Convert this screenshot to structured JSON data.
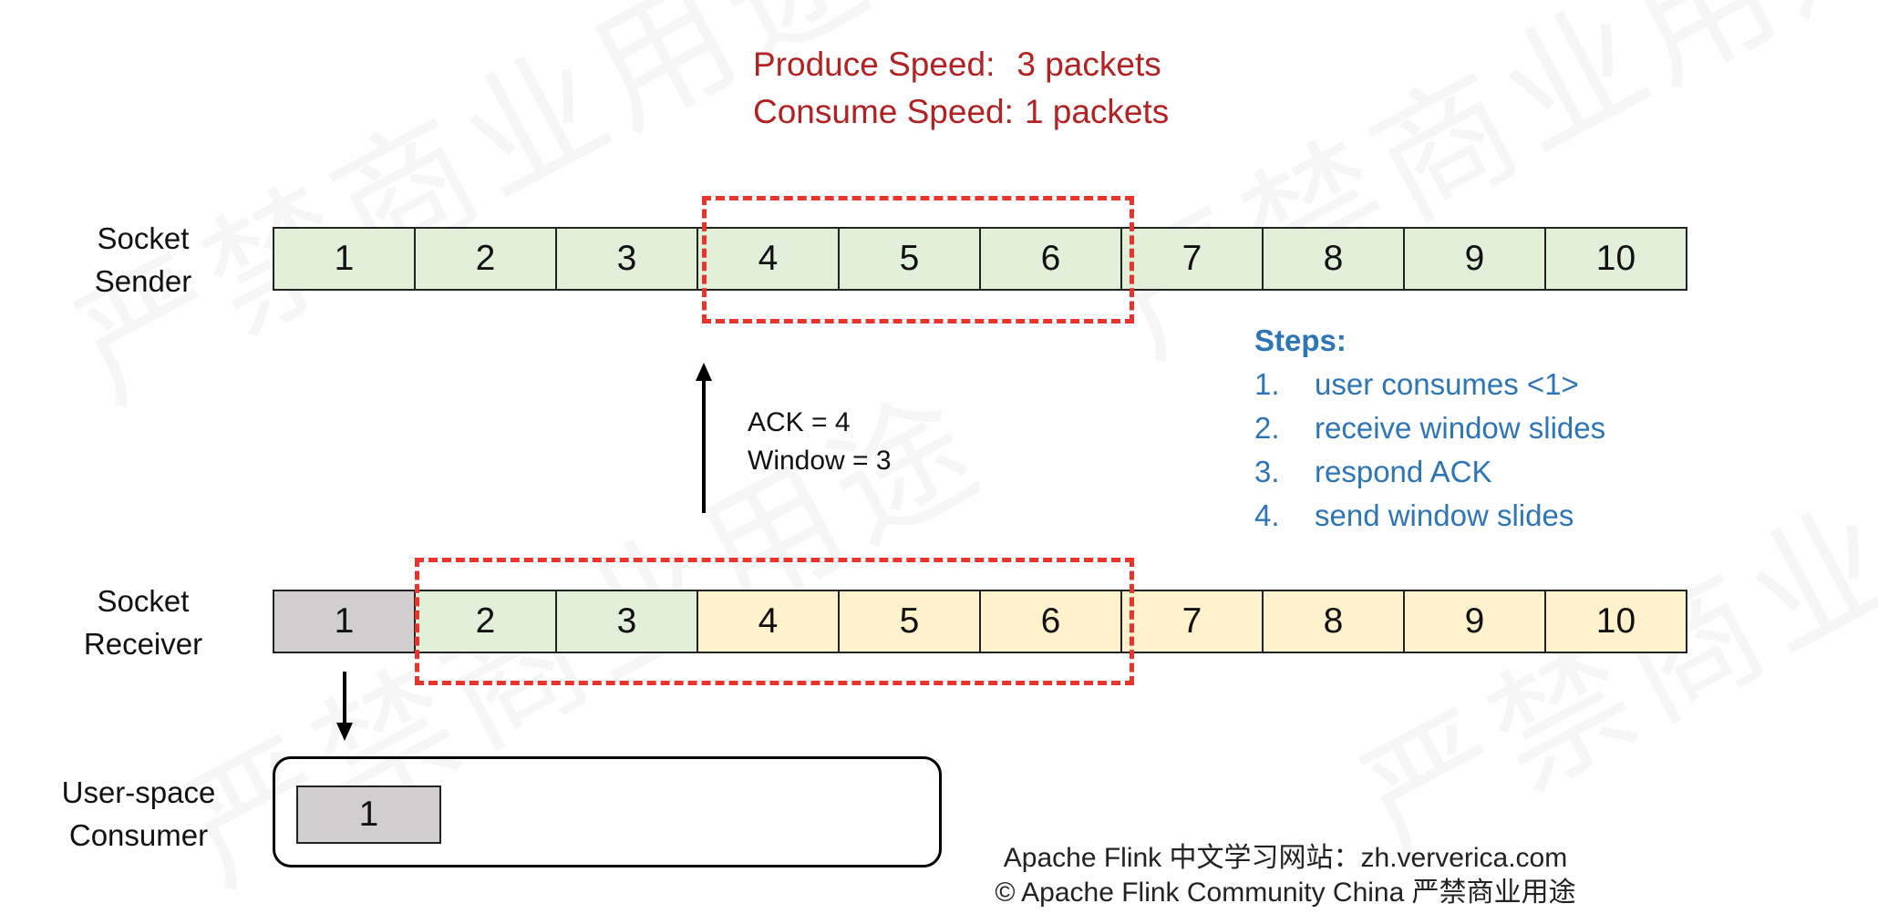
{
  "watermark": "严禁商业用途",
  "speeds": {
    "produce_label": "Produce Speed:",
    "produce_value": "3 packets",
    "consume_label": "Consume Speed:",
    "consume_value": "1 packets"
  },
  "sender": {
    "label_line1": "Socket",
    "label_line2": "Sender",
    "cells": [
      "1",
      "2",
      "3",
      "4",
      "5",
      "6",
      "7",
      "8",
      "9",
      "10"
    ]
  },
  "receiver": {
    "label_line1": "Socket",
    "label_line2": "Receiver",
    "cells": [
      "1",
      "2",
      "3",
      "4",
      "5",
      "6",
      "7",
      "8",
      "9",
      "10"
    ]
  },
  "consumer": {
    "label_line1": "User-space",
    "label_line2": "Consumer",
    "cell": "1"
  },
  "ack": {
    "line1": "ACK = 4",
    "line2": "Window = 3"
  },
  "steps": {
    "title": "Steps:",
    "items": [
      {
        "num": "1.",
        "text": "user consumes <1>"
      },
      {
        "num": "2.",
        "text": "receive window slides"
      },
      {
        "num": "3.",
        "text": "respond ACK"
      },
      {
        "num": "4.",
        "text": "send window slides"
      }
    ]
  },
  "footer": {
    "line1": "Apache Flink 中文学习网站：zh.ververica.com",
    "line2": "© Apache Flink Community China  严禁商业用途"
  },
  "colors": {
    "sent_window": "#e2efd9",
    "pending": "#fff2cc",
    "consumed": "#d0cece",
    "window_border": "#e8342c",
    "speed_text": "#b22222",
    "steps_text": "#2e75b6"
  }
}
